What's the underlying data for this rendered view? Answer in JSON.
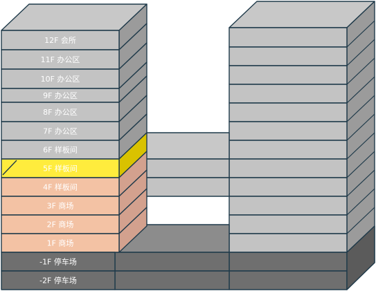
{
  "colors": {
    "office": "#c3c3c3",
    "office_side": "#9b9b9b",
    "office_top": "#c8c8c8",
    "selected": "#ffec3d",
    "selected_side": "#d9c200",
    "commercial": "#f3c2a4",
    "commercial_side": "#d3a18e",
    "parking": "#6f6f6f",
    "parking_side": "#5b5b5b",
    "podium_roof": "#8c8c8c",
    "outline": "#1f3a4a"
  },
  "selected_floor": "5F",
  "floors": [
    {
      "id": "12F",
      "label": "12F 会所",
      "type": "office"
    },
    {
      "id": "11F",
      "label": "11F 办公区",
      "type": "office"
    },
    {
      "id": "10F",
      "label": "10F 办公区",
      "type": "office"
    },
    {
      "id": "9F",
      "label": "9F 办公区",
      "type": "office"
    },
    {
      "id": "8F",
      "label": "8F 办公区",
      "type": "office"
    },
    {
      "id": "7F",
      "label": "7F 办公区",
      "type": "office"
    },
    {
      "id": "6F",
      "label": "6F 样板间",
      "type": "office"
    },
    {
      "id": "5F",
      "label": "5F 样板间",
      "type": "selected"
    },
    {
      "id": "4F",
      "label": "4F 样板间",
      "type": "commercial"
    },
    {
      "id": "3F",
      "label": "3F 商场",
      "type": "commercial"
    },
    {
      "id": "2F",
      "label": "2F 商场",
      "type": "commercial"
    },
    {
      "id": "1F",
      "label": "1F 商场",
      "type": "commercial"
    },
    {
      "id": "B1",
      "label": "-1F 停车场",
      "type": "parking"
    },
    {
      "id": "B2",
      "label": "-2F 停车场",
      "type": "parking"
    }
  ]
}
